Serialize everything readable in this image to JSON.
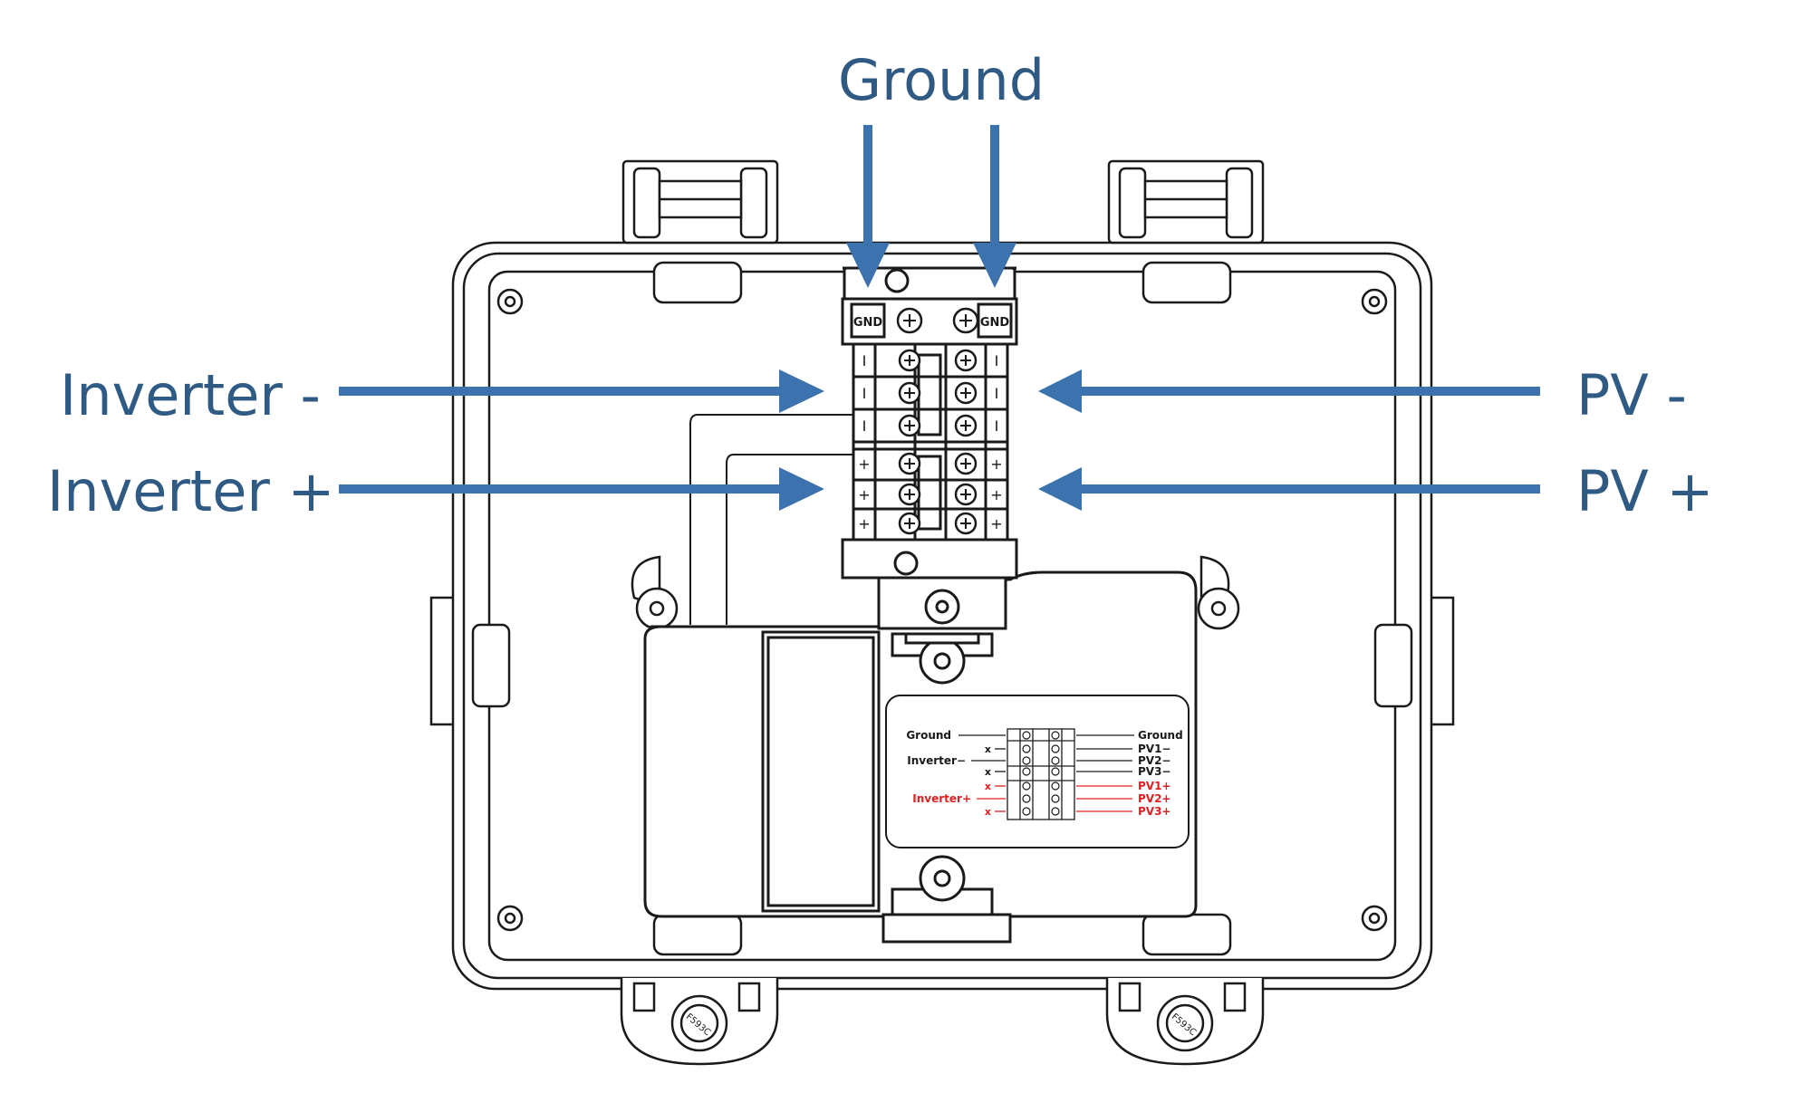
{
  "callouts": {
    "ground": "Ground",
    "inverter_minus": "Inverter -",
    "inverter_plus": "Inverter +",
    "pv_minus": "PV -",
    "pv_plus": "PV +"
  },
  "terminal_block": {
    "gnd_label_left": "GND",
    "gnd_label_right": "GND",
    "minus_mark": "I",
    "plus_mark": "+"
  },
  "wiring_label": {
    "left": {
      "ground": "Ground",
      "x1": "x",
      "inverter_minus": "Inverter−",
      "x2": "x",
      "x3": "x",
      "inverter_plus": "Inverter+",
      "x4": "x"
    },
    "right": {
      "ground": "Ground",
      "pv1_minus": "PV1−",
      "pv2_minus": "PV2−",
      "pv3_minus": "PV3−",
      "pv1_plus": "PV1+",
      "pv2_plus": "PV2+",
      "pv3_plus": "PV3+"
    }
  },
  "gland_left": "F593C",
  "gland_right": "F593C",
  "colors": {
    "callout": "#2f5a83",
    "arrow": "#3c72ad",
    "drawing": "#1a1a1a",
    "label_red": "#e02020"
  }
}
